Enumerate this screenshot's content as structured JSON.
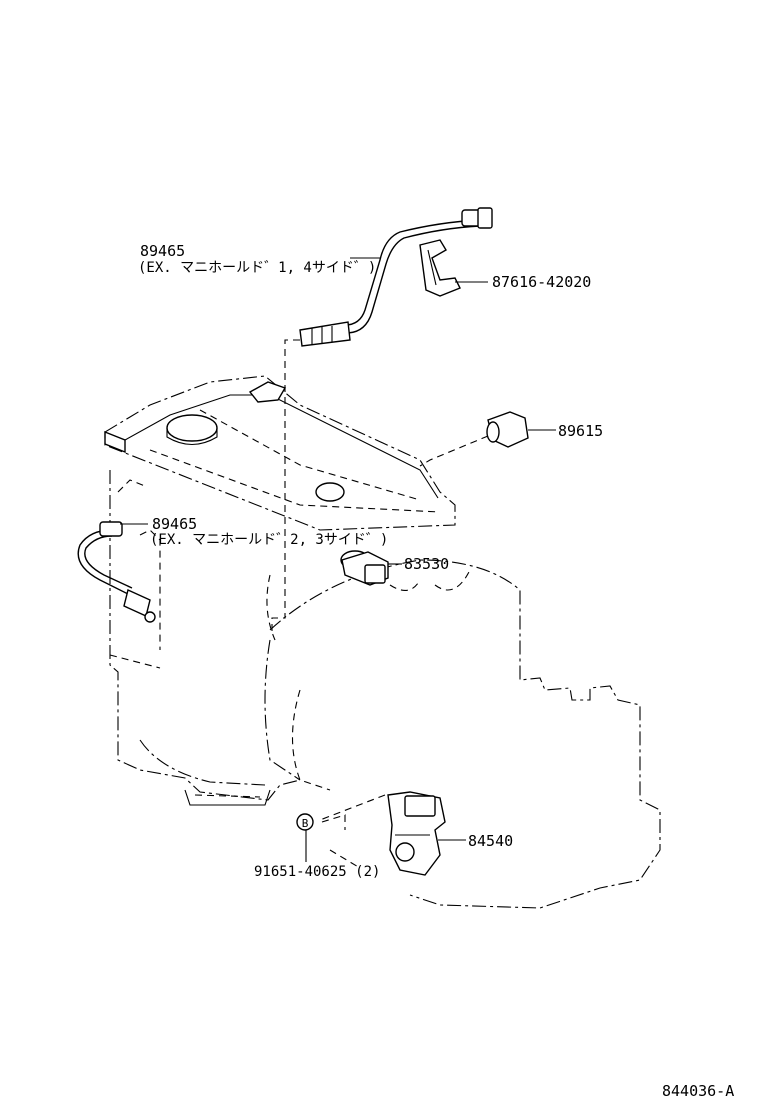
{
  "diagram_id": "844036-A",
  "callouts": [
    {
      "id": "o2-upper",
      "number": "89465",
      "note": "(EX. マニホールド゛1, 4サイド゛)"
    },
    {
      "id": "clamp",
      "number": "87616-42020",
      "note": ""
    },
    {
      "id": "knock",
      "number": "89615",
      "note": ""
    },
    {
      "id": "o2-lower",
      "number": "89465",
      "note": "(EX. マニホールド゛2, 3サイド゛)"
    },
    {
      "id": "oil-pressure",
      "number": "83530",
      "note": ""
    },
    {
      "id": "neutral-switch",
      "number": "84540",
      "note": ""
    },
    {
      "id": "bolt",
      "number": "91651-40625 (2)",
      "note": ""
    }
  ],
  "bolt_marker": "B"
}
